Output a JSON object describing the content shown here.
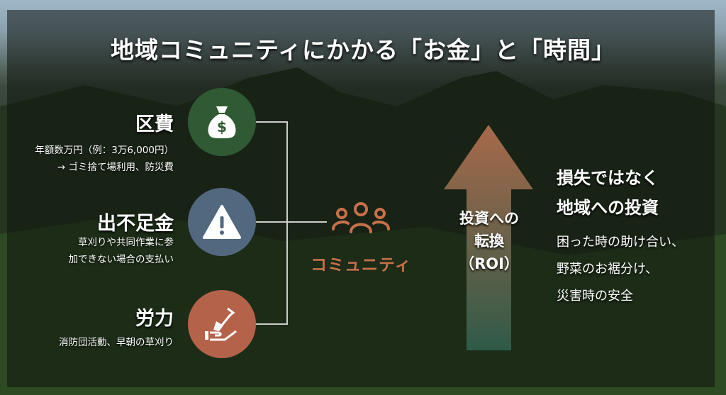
{
  "title": "地域コミュニティにかかる「お金」と「時間」",
  "items": [
    {
      "label": "区費",
      "desc": [
        "年額数万円（例：3万6,000円）",
        "→ ゴミ捨て場利用、防災費"
      ],
      "icon": "money-bag-icon",
      "color": "#2f5a33"
    },
    {
      "label": "出不足金",
      "desc": [
        "草刈りや共同作業に参",
        "加できない場合の支払い"
      ],
      "icon": "warning-icon",
      "color": "#52687f"
    },
    {
      "label": "労力",
      "desc": [
        "消防団活動、早朝の草刈り"
      ],
      "icon": "hand-shovel-icon",
      "color": "#b4634a"
    }
  ],
  "community": {
    "label": "コミュニティ",
    "icon": "people-group-icon",
    "color": "#c8704a"
  },
  "arrow": {
    "lines": [
      "投資への",
      "転換",
      "（ROI）"
    ],
    "color_top": "#a8694b",
    "color_bottom": "#2f5a48"
  },
  "right": {
    "heading": [
      "損失ではなく",
      "地域への投資"
    ],
    "body": [
      "困った時の助け合い、",
      "野菜のお裾分け、",
      "災害時の安全"
    ]
  }
}
